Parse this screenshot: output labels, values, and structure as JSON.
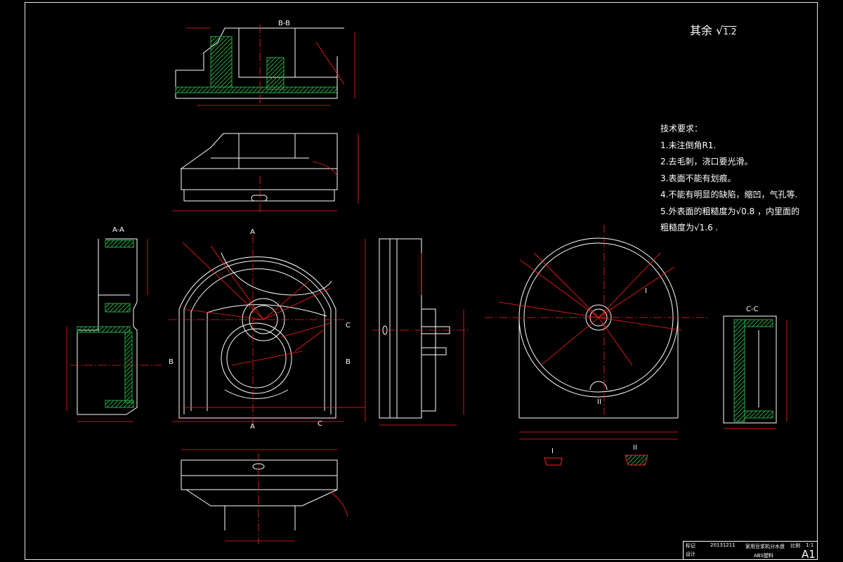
{
  "roughness_note": {
    "prefix": "其余",
    "value": "1.2"
  },
  "technical_requirements": {
    "title": "技术要求：",
    "items": [
      "1.未注倒角R1.",
      "2.去毛刺，浇口要光滑。",
      "3.表面不能有划痕。",
      "4.不能有明显的缺陷，缩凹，气孔等.",
      "5.外表面的粗糙度为√0.8   ，内里面的",
      "粗糙度为√1.6 ."
    ]
  },
  "section_labels": {
    "bb": "B-B",
    "aa": "A-A",
    "cc": "C-C",
    "a_top": "A",
    "a_bottom": "A",
    "b_left": "B",
    "b_right": "B",
    "c_right": "C",
    "c_bottom": "C",
    "detail_1_mark": "I",
    "detail_2_mark": "II",
    "detail_1": "I",
    "detail_2": "II"
  },
  "title_block": {
    "label1": "标记",
    "label2": "设计",
    "code": "20131211",
    "part_name": "家用豆浆机分水盘",
    "material": "ABS塑料",
    "scale_label": "比例",
    "scale": "1:1",
    "sheet": "A1"
  },
  "colors": {
    "background": "#000000",
    "outline": "#ffffff",
    "dimension": "#ff2020",
    "center_line": "#ff2020",
    "hatch": "#22aa44"
  }
}
